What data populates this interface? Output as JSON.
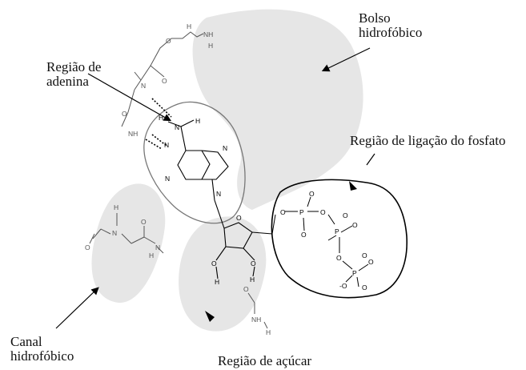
{
  "labels": {
    "bolso": [
      "Bolso",
      "hidrofóbico"
    ],
    "adenina": [
      "Região de",
      "adenina"
    ],
    "fosfato": "Região de ligação do fosfato",
    "canal": [
      "Canal",
      "hidrofóbico"
    ],
    "acucar": "Região de açúcar"
  },
  "atoms": {
    "N": "N",
    "H": "H",
    "O": "O",
    "P": "P",
    "NH": "NH",
    "NH2": "NH",
    "O_minus": "-O"
  },
  "colors": {
    "region_fill": "#e6e6e6",
    "ink": "#000000",
    "grey_ink": "#555555",
    "outline_grey": "#777777"
  }
}
